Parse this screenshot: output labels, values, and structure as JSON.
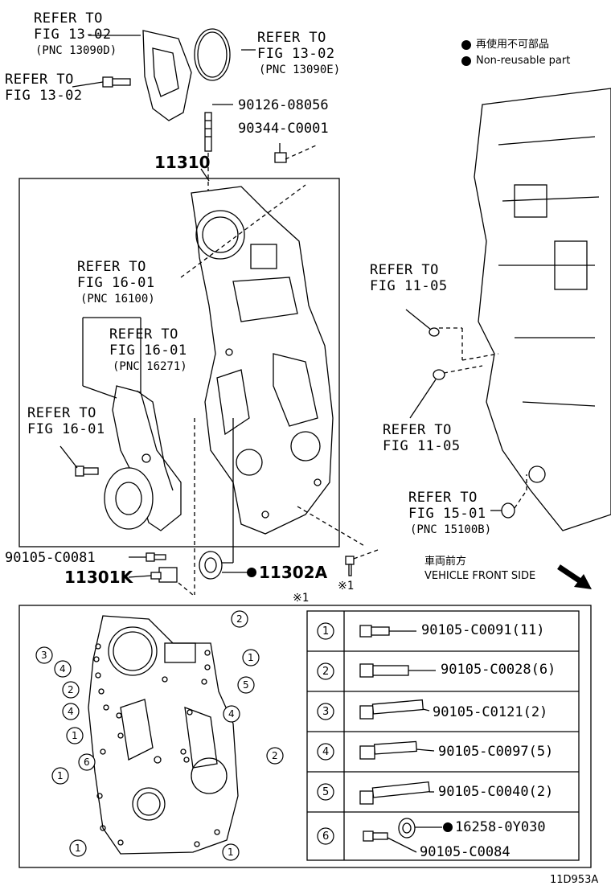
{
  "legend": {
    "jp": "再使用不可部品",
    "en": "Non-reusable part"
  },
  "refs": {
    "r1": [
      "REFER TO",
      "FIG 13-02",
      "(PNC 13090D)"
    ],
    "r2": [
      "REFER TO",
      "FIG 13-02",
      "(PNC 13090E)"
    ],
    "r3": [
      "REFER TO",
      "FIG 13-02"
    ],
    "r4": [
      "REFER TO",
      "FIG 16-01",
      "(PNC 16100)"
    ],
    "r5": [
      "REFER TO",
      "FIG 16-01",
      "(PNC 16271)"
    ],
    "r6": [
      "REFER TO",
      "FIG 16-01"
    ],
    "r7": [
      "REFER TO",
      "FIG 11-05"
    ],
    "r8": [
      "REFER TO",
      "FIG 11-05"
    ],
    "r9": [
      "REFER TO",
      "FIG 15-01",
      "(PNC 15100B)"
    ]
  },
  "parts": {
    "stud": "90126-08056",
    "nut": "90344-C0001",
    "cover": "11310",
    "bolt_sensor": "90105-C0081",
    "sensor": "11301K",
    "seal": "11302A",
    "note_mark": "※1",
    "note_mark_bottom": "※1"
  },
  "front": {
    "jp": "車両前方",
    "en": "VEHICLE FRONT SIDE"
  },
  "table": [
    {
      "num": "1",
      "part": "90105-C0091(11)"
    },
    {
      "num": "2",
      "part": "90105-C0028(6)"
    },
    {
      "num": "3",
      "part": "90105-C0121(2)"
    },
    {
      "num": "4",
      "part": "90105-C0097(5)"
    },
    {
      "num": "5",
      "part": "90105-C0040(2)"
    },
    {
      "num": "6",
      "part": "16258-0Y030",
      "part2": "90105-C0084"
    }
  ],
  "callouts": [
    "3",
    "4",
    "2",
    "4",
    "1",
    "6",
    "1",
    "1",
    "2",
    "1",
    "5",
    "4",
    "2",
    "1"
  ],
  "figure_id": "11D953A"
}
